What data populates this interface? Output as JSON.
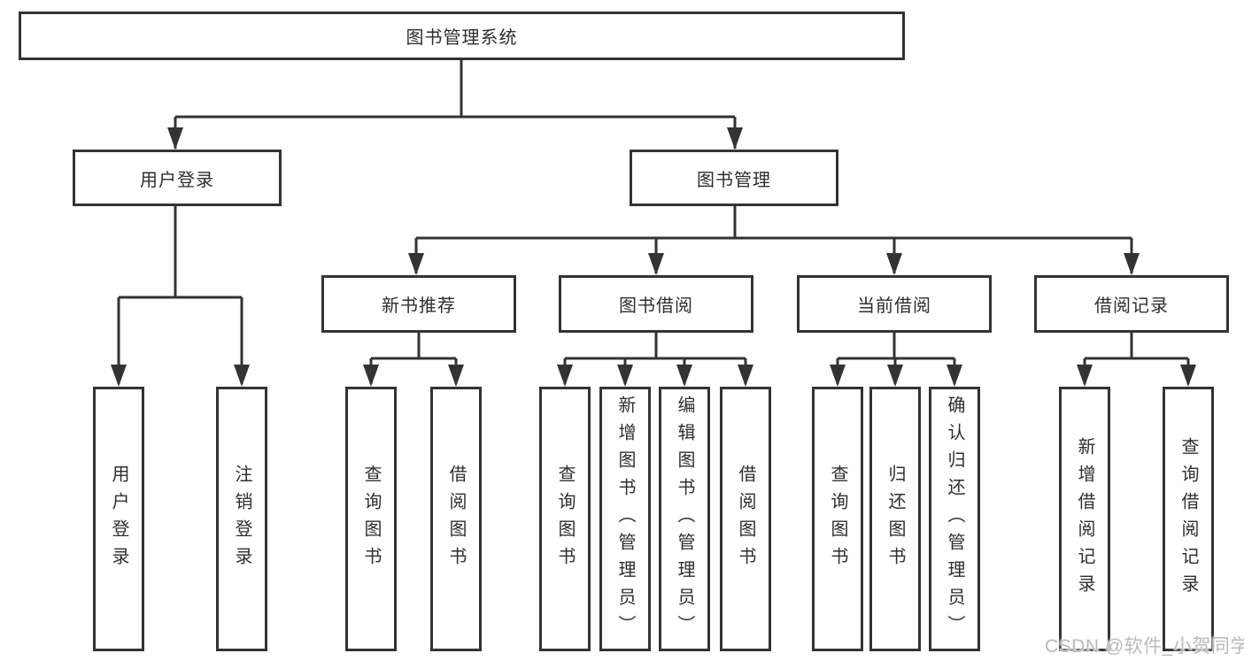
{
  "tree": {
    "label": "图书管理系统",
    "children": [
      {
        "label": "用户登录",
        "children": [
          {
            "label": "用户登录"
          },
          {
            "label": "注销登录"
          }
        ]
      },
      {
        "label": "图书管理",
        "children": [
          {
            "label": "新书推荐",
            "children": [
              {
                "label": "查询图书"
              },
              {
                "label": "借阅图书"
              }
            ]
          },
          {
            "label": "图书借阅",
            "children": [
              {
                "label": "查询图书"
              },
              {
                "label": "新增图书（管理员）"
              },
              {
                "label": "编辑图书（管理员）"
              },
              {
                "label": "借阅图书"
              }
            ]
          },
          {
            "label": "当前借阅",
            "children": [
              {
                "label": "查询图书"
              },
              {
                "label": "归还图书"
              },
              {
                "label": "确认归还（管理员）"
              }
            ]
          },
          {
            "label": "借阅记录",
            "children": [
              {
                "label": "新增借阅记录"
              },
              {
                "label": "查询借阅记录"
              }
            ]
          }
        ]
      }
    ]
  },
  "watermark": "CSDN @软件_小贺同学",
  "colors": {
    "line": "#333333",
    "text": "#2e2e2e",
    "watermark": "#b9b9b9",
    "background": "#ffffff"
  }
}
